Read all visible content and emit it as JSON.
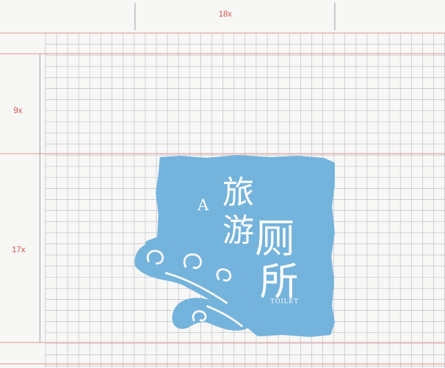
{
  "dimensions": {
    "width_label": "18x",
    "top_height_label": "9x",
    "bottom_height_label": "17x"
  },
  "logo": {
    "letter": "A",
    "characters_left": [
      "旅",
      "游"
    ],
    "characters_right": [
      "厕",
      "所"
    ],
    "subtitle": "TOILET"
  },
  "colors": {
    "grid_line": "#b9bec6",
    "guide_line": "#e6a3a3",
    "dimension_line": "#9a9a9a",
    "dimension_text": "#d9534f",
    "sign_blue": "#74b3dc",
    "background": "#f7f7f5"
  }
}
